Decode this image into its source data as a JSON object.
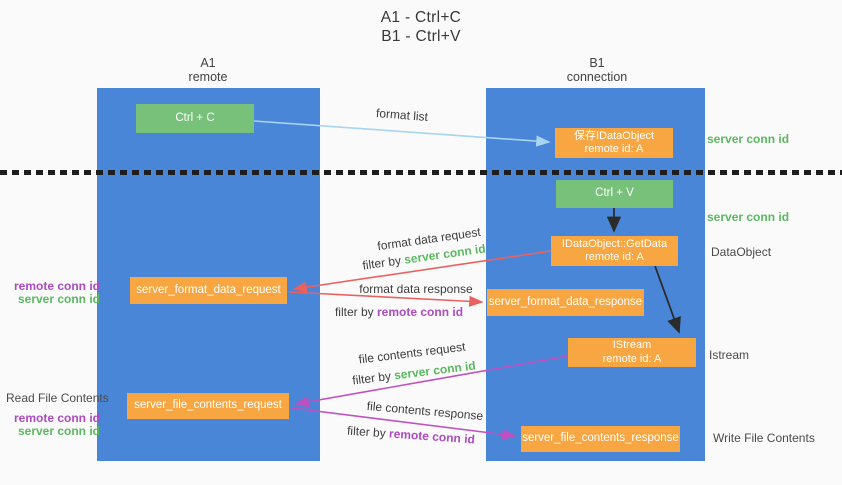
{
  "title": {
    "lines": [
      "A1 - Ctrl+C",
      "B1 - Ctrl+V"
    ]
  },
  "lanes": {
    "a1": {
      "name": "A1",
      "subtitle": "remote"
    },
    "b1": {
      "name": "B1",
      "subtitle": "connection"
    }
  },
  "nodes": {
    "ctrl_c": {
      "label": "Ctrl + C"
    },
    "ctrl_v": {
      "label": "Ctrl + V"
    },
    "save_idataobject": {
      "line1": "保存IDataObject",
      "line2": "remote id: A"
    },
    "getdata": {
      "line1": "IDataObject::GetData",
      "line2": "remote id: A"
    },
    "format_request": {
      "label": "server_format_data_request"
    },
    "format_response": {
      "label": "server_format_data_response"
    },
    "istream": {
      "line1": "IStream",
      "line2": "remote id: A"
    },
    "file_request": {
      "label": "server_file_contents_request"
    },
    "file_response": {
      "label": "server_file_contents_response"
    }
  },
  "flow_labels": {
    "format_list": "format list",
    "format_data_request": "format data request",
    "format_data_response": "format data response",
    "file_contents_request": "file contents request",
    "file_contents_response": "file contents response",
    "filter_by": "filter by",
    "server_conn_id": "server conn id",
    "remote_conn_id": "remote conn id"
  },
  "side_labels": {
    "server_conn_id": "server conn id",
    "remote_conn_id": "remote conn id",
    "dataobject": "DataObject",
    "istream": "Istream",
    "read_file_contents": "Read File Contents",
    "write_file_contents": "Write File Contents"
  },
  "colors": {
    "lane_blue": "#4a86d8",
    "box_green": "#77c17b",
    "box_orange": "#f7a641",
    "arrow_red": "#e96262",
    "arrow_magenta": "#c050c0",
    "arrow_blue": "#a8d4f0",
    "arrow_black": "#2b2b2b",
    "text_green": "#5cb860",
    "text_purple": "#ac4bc2",
    "text_dark": "#3d3d3d",
    "background": "#fafafa"
  }
}
